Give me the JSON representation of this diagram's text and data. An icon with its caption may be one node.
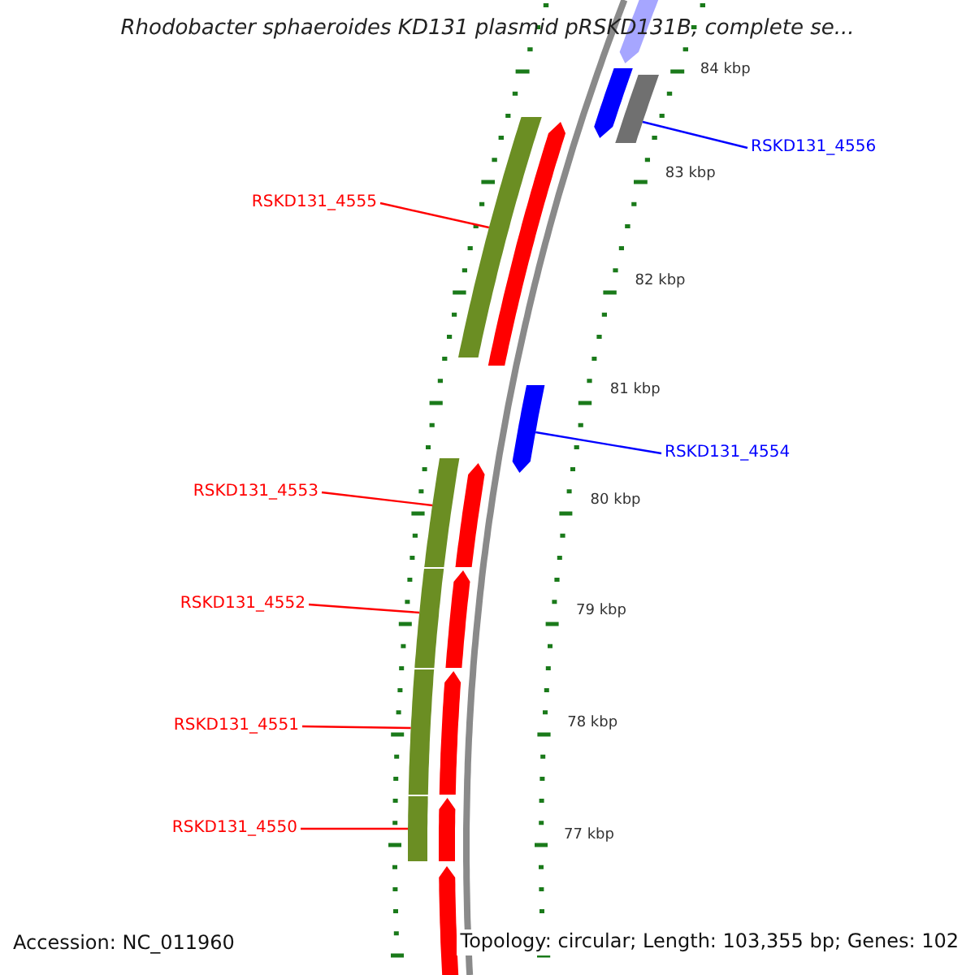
{
  "diagram": {
    "title": "Rhodobacter sphaeroides KD131 plasmid pRSKD131B, complete se...",
    "nodes": [
      {
        "text": [
          "RSKD131_4556"
        ]
      },
      {
        "text": [
          "RSKD131_4555"
        ]
      },
      {
        "text": [
          "RSKD131_4554"
        ]
      },
      {
        "text": [
          "RSKD131_4553"
        ]
      },
      {
        "text": [
          "RSKD131_4552"
        ]
      },
      {
        "text": [
          "RSKD131_4551"
        ]
      },
      {
        "text": [
          "RSKD131_4550"
        ]
      },
      {
        "text": [],
        "shape": "bar"
      },
      {
        "text": [],
        "shape": "bar"
      },
      {
        "text": [],
        "shape": "bar"
      },
      {
        "text": [],
        "shape": "bar"
      },
      {
        "text": [],
        "shape": "bar"
      },
      {
        "text": [],
        "shape": "bar"
      },
      {
        "text": [],
        "shape": "bar"
      }
    ],
    "edges": [
      {
        "from": 0,
        "to": 7,
        "arrow": "none",
        "color": "#0000ff"
      },
      {
        "from": 1,
        "to": 8,
        "arrow": "none"
      },
      {
        "from": 2,
        "to": 9,
        "arrow": "none",
        "color": "#0000ff"
      },
      {
        "from": 3,
        "to": 10,
        "arrow": "none"
      },
      {
        "from": 4,
        "to": 11,
        "arrow": "none"
      },
      {
        "from": 5,
        "to": 12,
        "arrow": "none"
      },
      {
        "from": 6,
        "to": 13,
        "arrow": "none"
      }
    ],
    "labels": [
      "84 kbp",
      "83 kbp",
      "82 kbp",
      "81 kbp",
      "80 kbp",
      "79 kbp",
      "78 kbp",
      "77 kbp",
      "Accession: NC_011960",
      "Topology: circular; Length: 103,355 bp; Genes: 102"
    ]
  }
}
